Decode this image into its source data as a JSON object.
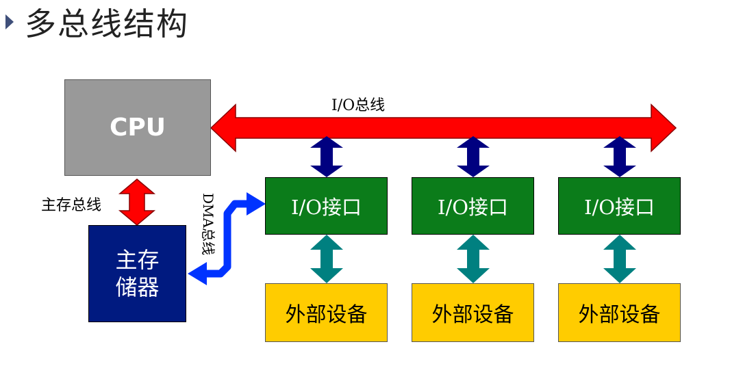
{
  "title": "多总线结构",
  "cpu_label": "CPU",
  "memory_label_line1": "主存",
  "memory_label_line2": "储器",
  "io_bus_label": "I/O总线",
  "memory_bus_label": "主存总线",
  "dma_bus_label": "DMA总线",
  "io_interfaces": [
    "I/O接口",
    "I/O接口",
    "I/O接口"
  ],
  "devices": [
    "外部设备",
    "外部设备",
    "外部设备"
  ],
  "colors": {
    "io_bus": "#ff0000",
    "memory_bus": "#ff0000",
    "dma_bus": "#0033ff",
    "interface_link": "#000080",
    "device_link": "#008080"
  }
}
